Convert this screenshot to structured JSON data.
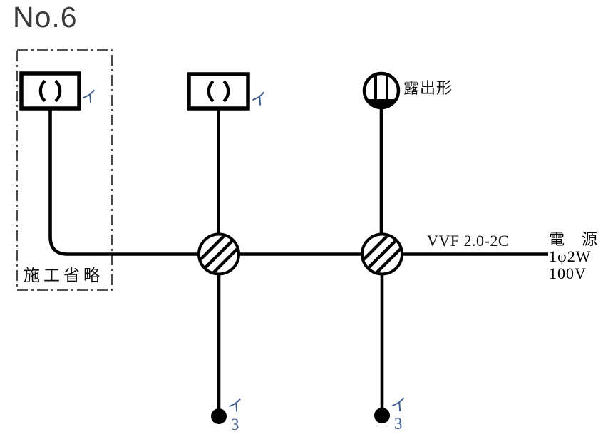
{
  "title": "No.6",
  "colors": {
    "line": "#000000",
    "title_text": "#3a3a3a",
    "annotation_blue": "#3f5e8e",
    "text": "#111111",
    "background": "#ffffff"
  },
  "diagram": {
    "construction_omitted": {
      "label": "施工省略"
    },
    "fixtures": {
      "square_ceiling_1": {
        "symbol": "rectangle-with-parentheses",
        "label": "イ"
      },
      "square_ceiling_2": {
        "symbol": "rectangle-with-parentheses",
        "label": "イ"
      },
      "round_ceiling": {
        "symbol": "circle-with-two-bars-filled-bottom",
        "label": "露出形"
      }
    },
    "junction_boxes": {
      "count": 2,
      "symbol": "hatched-circle"
    },
    "switches": {
      "switch_1": {
        "symbol": "filled-dot",
        "label": "イ",
        "ways": "3"
      },
      "switch_2": {
        "symbol": "filled-dot",
        "label": "イ",
        "ways": "3"
      }
    },
    "cable": {
      "label": "VVF 2.0-2C"
    },
    "power_source": {
      "line1": "電　源",
      "line2": "1φ2W",
      "line3": "100V"
    }
  }
}
